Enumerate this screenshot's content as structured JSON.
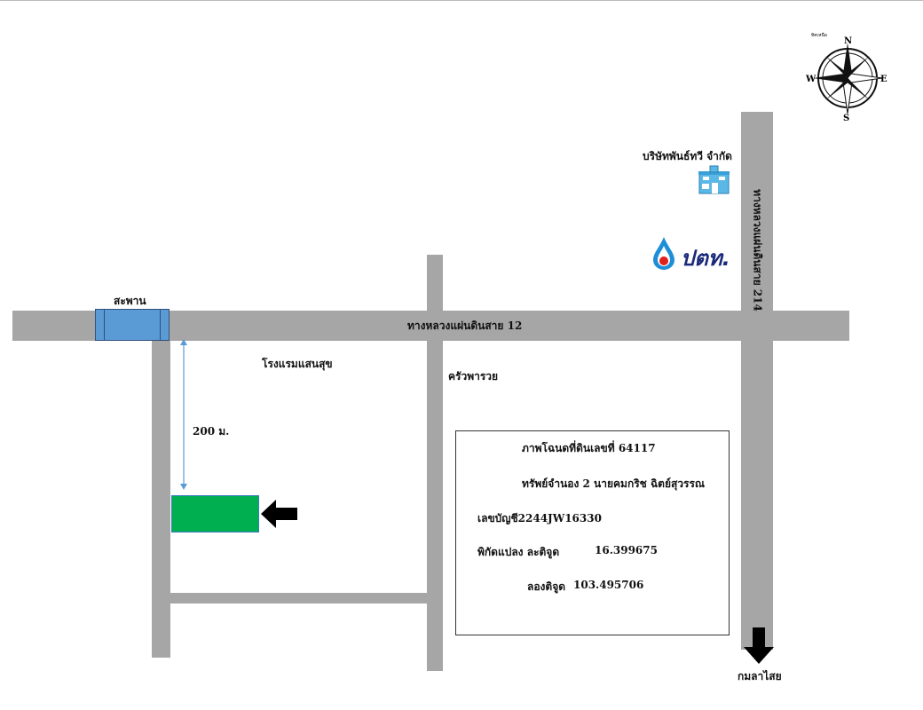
{
  "compass": {
    "caption": "ทิศเหนือ",
    "n": "N",
    "e": "E",
    "s": "S",
    "w": "W"
  },
  "labels": {
    "bridge": "สะพาน",
    "highway_12": "ทางหลวงแผ่นดินสาย 12",
    "highway_214": "ทางหลวงแผ่นดินสาย 214",
    "hotel": "โรงแรมแสนสุข",
    "restaurant": "ครัวพารวย",
    "company": "บริษัทพันธ์ทวี จำกัด",
    "ptt_logo": "ปตท.",
    "distance": "200 ม.",
    "kamalasai": "กมลาไสย"
  },
  "info_box": {
    "title_deed": "ภาพโฉนดที่ดินเลขที่ 64117",
    "asset": "ทรัพย์จำนอง 2 นายคมกริช ฉิตย์สุวรรณ",
    "account": "เลขบัญชี2244JW16330",
    "lat_label": "พิกัดแปลง ละติจูด",
    "lat": "16.399675",
    "lon_label": "ลองติจูด",
    "lon": "103.495706"
  },
  "colors": {
    "road": "#a6a6a6",
    "bridge": "#5b9bd5",
    "plot": "#00b050"
  }
}
